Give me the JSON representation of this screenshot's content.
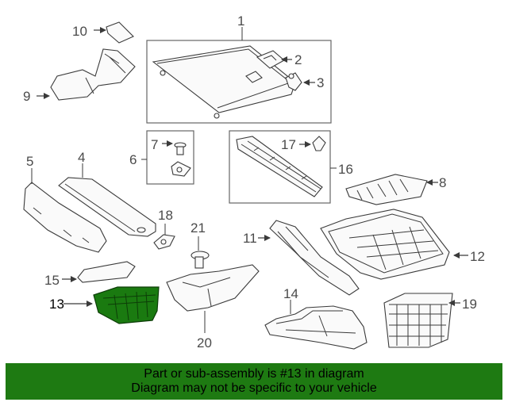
{
  "callouts": [
    "1",
    "2",
    "3",
    "4",
    "5",
    "6",
    "7",
    "8",
    "9",
    "10",
    "11",
    "12",
    "13",
    "14",
    "15",
    "16",
    "17",
    "18",
    "19",
    "20",
    "21"
  ],
  "highlight": {
    "part": "13",
    "color": "#1a7a10"
  },
  "banner": {
    "line1": "Part or sub-assembly is #13 in diagram",
    "line2": "Diagram may not be specific to your vehicle",
    "color": "#1e7a12"
  }
}
